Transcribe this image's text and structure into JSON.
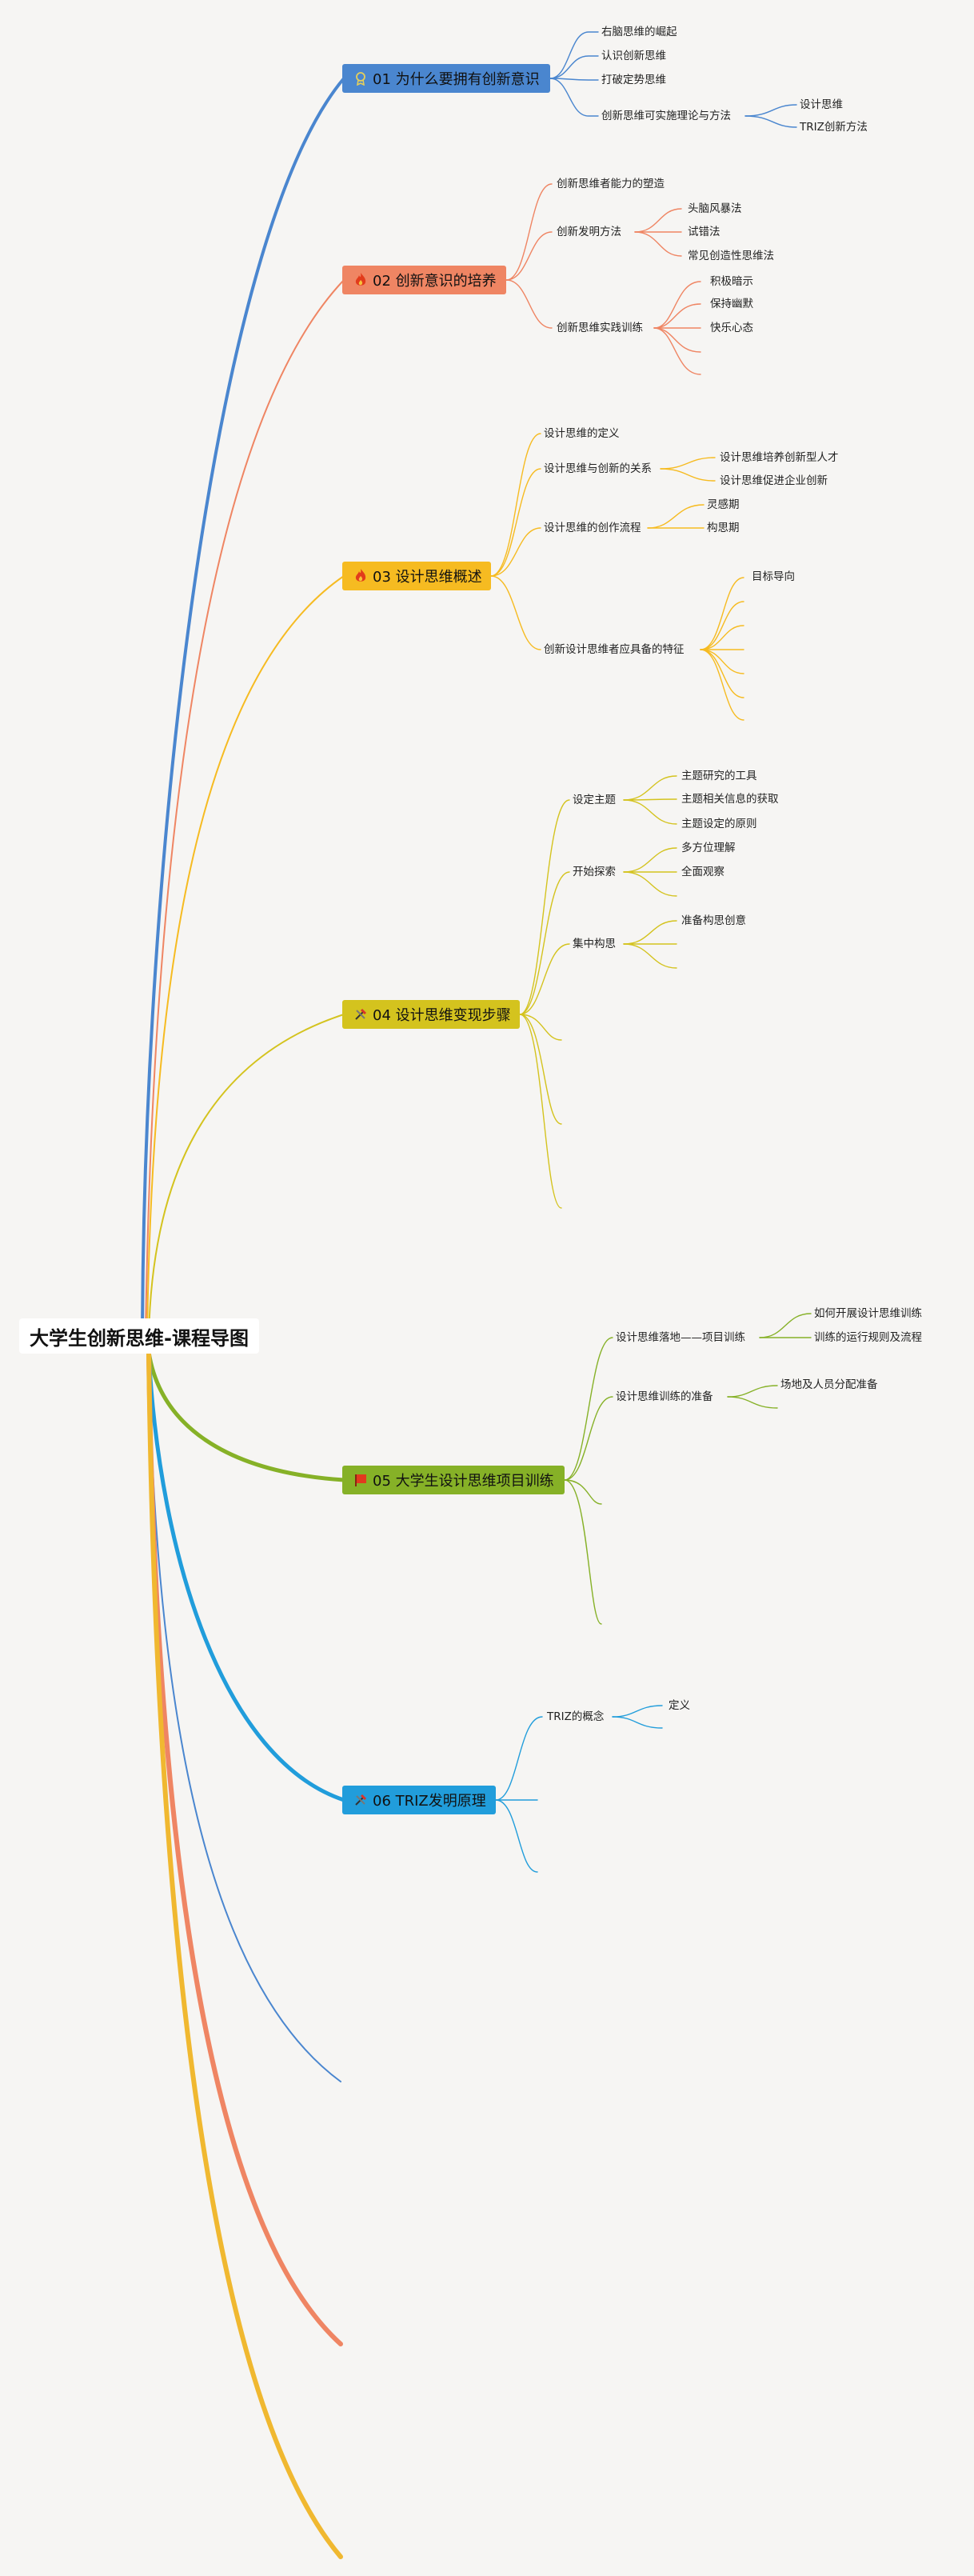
{
  "root": {
    "title": "大学生创新思维-课程导图"
  },
  "colors": {
    "t1": "#4a86cf",
    "t2": "#ef8563",
    "t3": "#f6bb21",
    "t4": "#d4c31e",
    "t5": "#86b127",
    "t6": "#219ddb",
    "orange": "#f09040",
    "gold": "#f0b830"
  },
  "topics": [
    {
      "label": "01 为什么要拥有创新意识",
      "icon": "award-icon"
    },
    {
      "label": "02 创新意识的培养",
      "icon": "fire-icon"
    },
    {
      "label": "03 设计思维概述",
      "icon": "fire-icon"
    },
    {
      "label": "04 设计思维变现步骤",
      "icon": "tools-icon"
    },
    {
      "label": "05 大学生设计思维项目训练",
      "icon": "flag-icon"
    },
    {
      "label": "06 TRIZ发明原理",
      "icon": "tools-icon"
    }
  ],
  "t1": {
    "children": [
      "右脑思维的崛起",
      "认识创新思维",
      "打破定势思维",
      "创新思维可实施理论与方法"
    ],
    "sub": [
      "设计思维",
      "TRIZ创新方法"
    ]
  },
  "t2": {
    "children": [
      "创新思维者能力的塑造",
      "创新发明方法",
      "创新思维实践训练"
    ],
    "methods": [
      "头脑风暴法",
      "试错法",
      "常见创造性思维法"
    ],
    "practice": [
      "积极暗示",
      "保持幽默",
      "快乐心态"
    ]
  },
  "t3": {
    "children": [
      "设计思维的定义",
      "设计思维与创新的关系",
      "设计思维的创作流程",
      "创新设计思维者应具备的特征"
    ],
    "relation": [
      "设计思维培养创新型人才",
      "设计思维促进企业创新"
    ],
    "process": [
      "灵感期",
      "构思期"
    ],
    "traits": [
      "目标导向"
    ]
  },
  "t4": {
    "children": [
      "设定主题",
      "开始探索",
      "集中构思"
    ],
    "theme": [
      "主题研究的工具",
      "主题相关信息的获取",
      "主题设定的原则"
    ],
    "explore": [
      "多方位理解",
      "全面观察"
    ],
    "ideate": [
      "准备构思创意"
    ]
  },
  "t5": {
    "children": [
      "设计思维落地——项目训练",
      "设计思维训练的准备"
    ],
    "landing": [
      "如何开展设计思维训练",
      "训练的运行规则及流程"
    ],
    "prep": [
      "场地及人员分配准备"
    ]
  },
  "t6": {
    "children": [
      "TRIZ的概念"
    ],
    "concept": [
      "定义"
    ]
  }
}
